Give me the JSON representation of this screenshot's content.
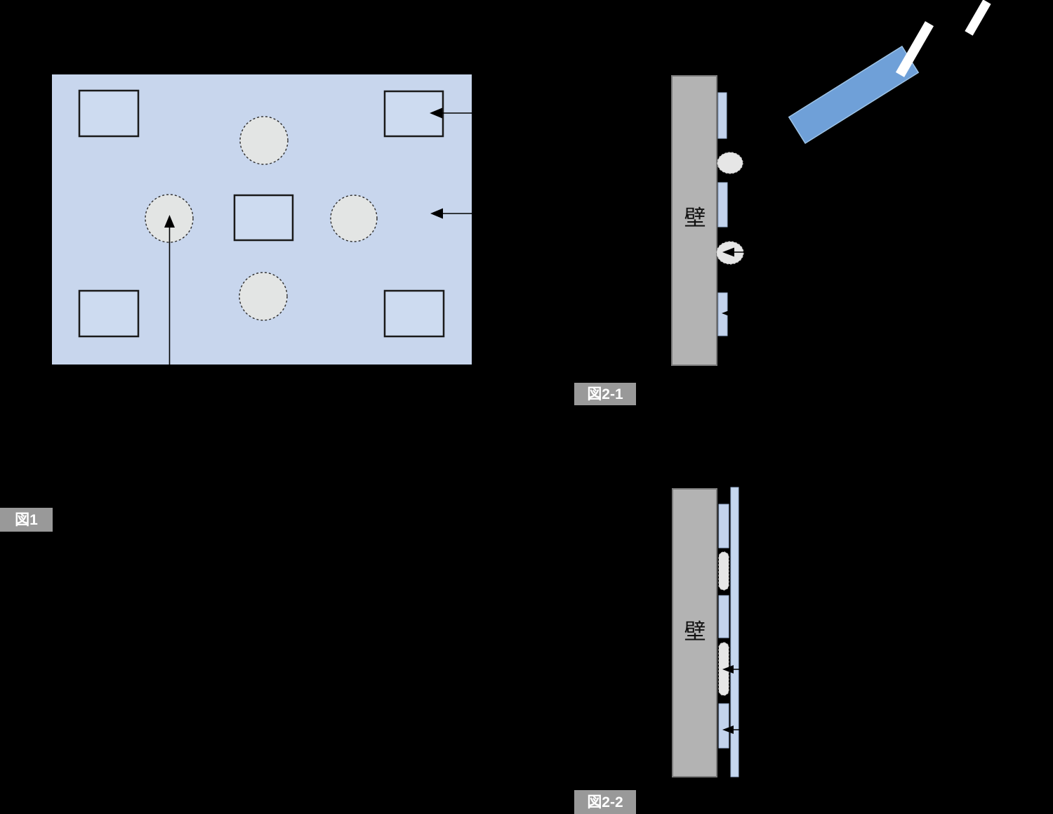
{
  "labels": {
    "figure1_badge": "図1",
    "figure2_1_badge": "図2-1",
    "figure2_2_badge": "図2-2",
    "wall_label_top": "壁",
    "wall_label_bottom": "壁"
  },
  "colors": {
    "background": "#000000",
    "figure1_fill": "#c8d6ed",
    "square_fill": "#cddbf0",
    "circle_fill": "#e3e5e4",
    "wall_fill": "#b3b3b3",
    "adhesive_strip_fill": "#c3d3ec",
    "adhesive_dab_fill": "#e6e6e6",
    "tile_panel_fill": "#c5d7ef",
    "tool_bar_fill": "#6fa0d8",
    "white_strip_fill": "#ffffff",
    "badge_bg": "#999999",
    "badge_text": "#ffffff",
    "line_color": "#000000"
  }
}
